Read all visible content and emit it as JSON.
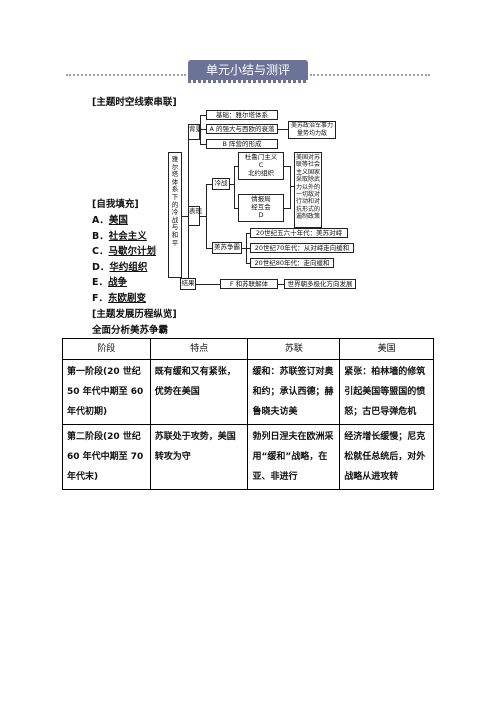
{
  "header": {
    "title": "单元小结与测评"
  },
  "sections": {
    "timeline_title": "[主题时空线索串联]",
    "fill_title": "[自我填充]",
    "process_title": "[主题发展历程纵览]",
    "analysis_title": "全面分析美苏争霸"
  },
  "diagram": {
    "root": "雅尔塔体系下的冷战与和平",
    "background": "背景",
    "surface": "表现",
    "end": "结果",
    "cold_war": "冷战",
    "us_soviet_rivalry": "美苏争霸",
    "basis": "基础：雅尔塔体系",
    "a_line": "A 的强大与西欧的衰落",
    "b_line": "B 阵营的形成",
    "power_box": "美苏政治军事力量势均力敌",
    "west_box_lines": [
      "杜鲁门主义",
      "C",
      "北约组织"
    ],
    "east_box_lines": [
      "情报局",
      "经互会",
      "D"
    ],
    "policy_box": "美国对苏联等社会主义国家采取除武力以外的一切敌对行动和对抗形式的遏制政策",
    "era_50_60": "20世纪五六十年代：美苏对峙",
    "era_70": "20世纪70年代：从对峙走向缓和",
    "era_80": "20世纪80年代：走向缓和",
    "f_line": "F 和苏联解体",
    "world_trend": "世界朝多极化方向发展"
  },
  "answers": [
    {
      "letter": "A．",
      "text": "美国"
    },
    {
      "letter": "B．",
      "text": "社会主义"
    },
    {
      "letter": "C．",
      "text": "马歇尔计划"
    },
    {
      "letter": "D．",
      "text": "华约组织"
    },
    {
      "letter": "E．",
      "text": "战争"
    },
    {
      "letter": "F．",
      "text": "东欧剧变"
    }
  ],
  "table": {
    "headers": [
      "阶段",
      "特点",
      "苏联",
      "美国"
    ],
    "rows": [
      [
        "第一阶段(20 世纪50 年代中期至 60 年代初期)",
        "既有缓和又有紧张，优势在美国",
        "缓和：苏联签订对奥和约；承认西德；赫鲁晓夫访美",
        "紧张：柏林墙的修筑引起美国等盟国的愤怒；古巴导弹危机"
      ],
      [
        "第二阶段(20 世纪60 年代中期至 70 年代末)",
        "苏联处于攻势，美国转攻为守",
        "勃列日涅夫在欧洲采用“缓和”战略，在亚、非进行",
        "经济增长缓慢；尼克松就任总统后，对外战略从进攻转"
      ]
    ]
  }
}
